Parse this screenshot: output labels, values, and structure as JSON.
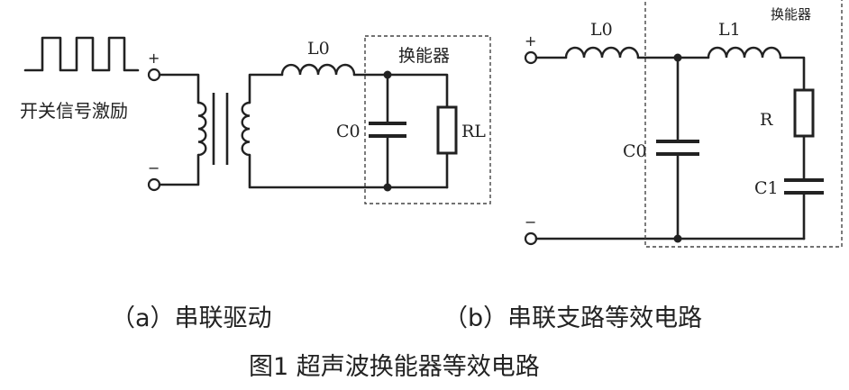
{
  "panel_a": {
    "source_label": "开关信号激励",
    "plus": "+",
    "minus": "−",
    "inductor": "L0",
    "capacitor": "C0",
    "load": "RL",
    "box_label": "换能器",
    "caption": "（a）串联驱动"
  },
  "panel_b": {
    "plus": "+",
    "minus": "−",
    "inductor_series": "L0",
    "capacitor_parallel": "C0",
    "inductor_branch": "L1",
    "resistor": "R",
    "capacitor_branch": "C1",
    "box_label": "换能器",
    "caption": "（b）串联支路等效电路"
  },
  "figure_title": "图1 超声波换能器等效电路"
}
